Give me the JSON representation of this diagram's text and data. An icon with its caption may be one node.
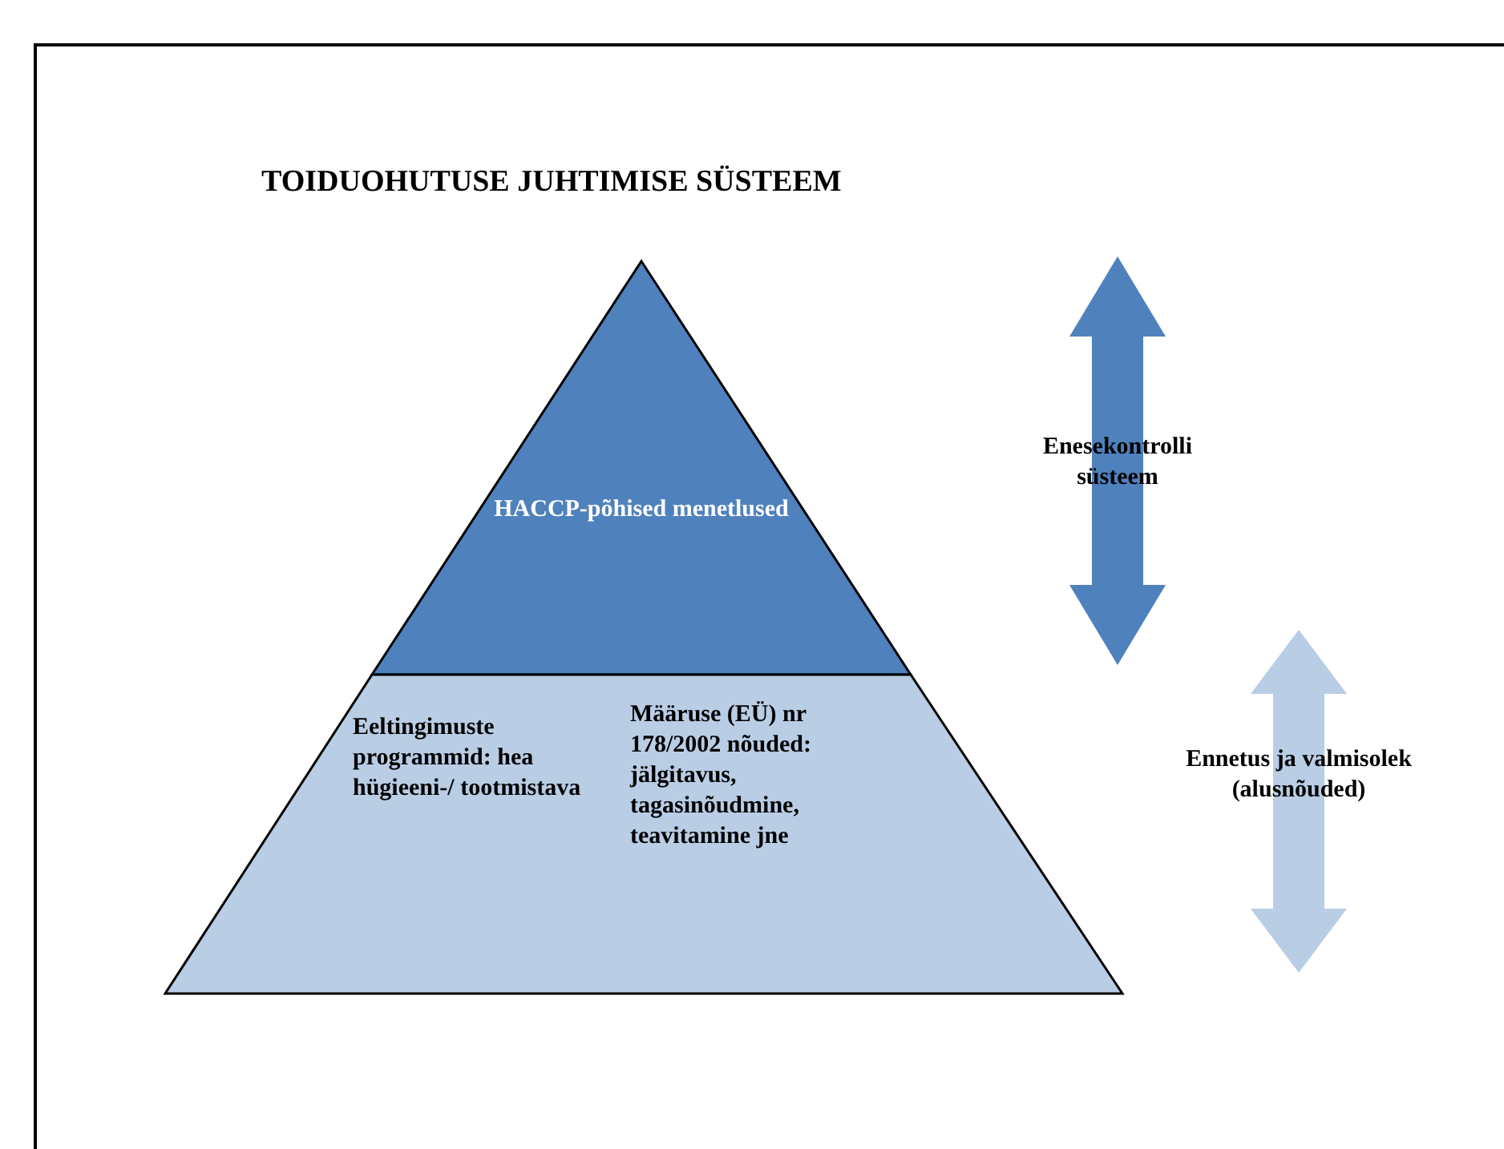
{
  "diagram": {
    "title": "TOIDUOHUTUSE JUHTIMISE SÜSTEEM",
    "nodes": [
      {
        "text": [
          "HACCP-põhised menetlused"
        ]
      },
      {
        "text": [
          "Eeltingimuste programmid: hea hügieeni-/ tootmistava",
          "Määruse (EÜ) nr 178/2002 nõuded: jälgitavus, tagasinõudmine, teavitamine jne"
        ]
      },
      {
        "text": [
          "Enesekontrolli süsteem"
        ]
      },
      {
        "text": [
          "Ennetus ja valmisolek (alusnõuded)"
        ]
      }
    ]
  }
}
